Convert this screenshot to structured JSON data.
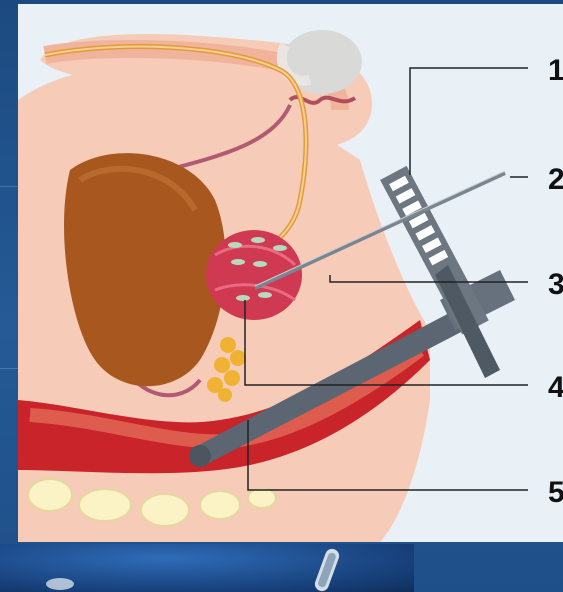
{
  "callouts": [
    {
      "label": "1"
    },
    {
      "label": "2"
    },
    {
      "label": "3"
    },
    {
      "label": "4"
    },
    {
      "label": "5"
    }
  ],
  "colors": {
    "background": "#1d4f86",
    "panel": "#e9f1f6",
    "skin": "#f6cbb8",
    "bladder": "#a8581f",
    "prostate": "#c9344a",
    "rectum": "#c8242a",
    "instrument": "#5b6672"
  }
}
